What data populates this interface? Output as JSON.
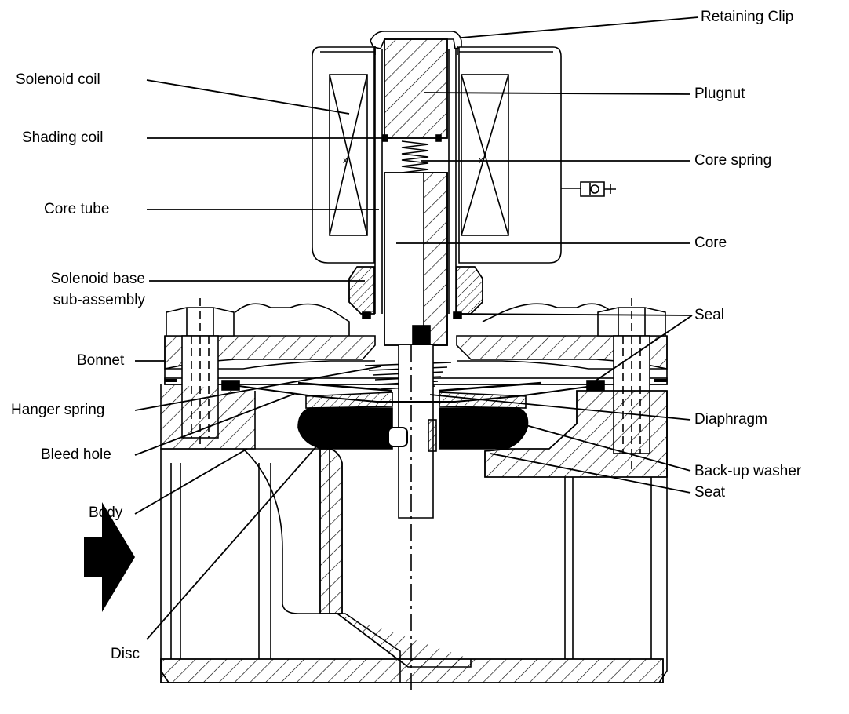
{
  "diagram": {
    "labels": {
      "retaining_clip": "Retaining Clip",
      "solenoid_coil": "Solenoid coil",
      "plugnut": "Plugnut",
      "shading_coil": "Shading coil",
      "core_spring": "Core spring",
      "core_tube": "Core tube",
      "core": "Core",
      "solenoid_base_line1": "Solenoid base",
      "solenoid_base_line2": "sub-assembly",
      "seal": "Seal",
      "bonnet": "Bonnet",
      "hanger_spring": "Hanger spring",
      "diaphragm": "Diaphragm",
      "bleed_hole": "Bleed hole",
      "back_up_washer": "Back-up washer",
      "body": "Body",
      "seat": "Seat",
      "disc": "Disc"
    }
  },
  "colors": {
    "ink": "#000000",
    "paper": "#ffffff"
  },
  "icons": {
    "flow_arrow": "flow-direction-arrow-icon"
  }
}
